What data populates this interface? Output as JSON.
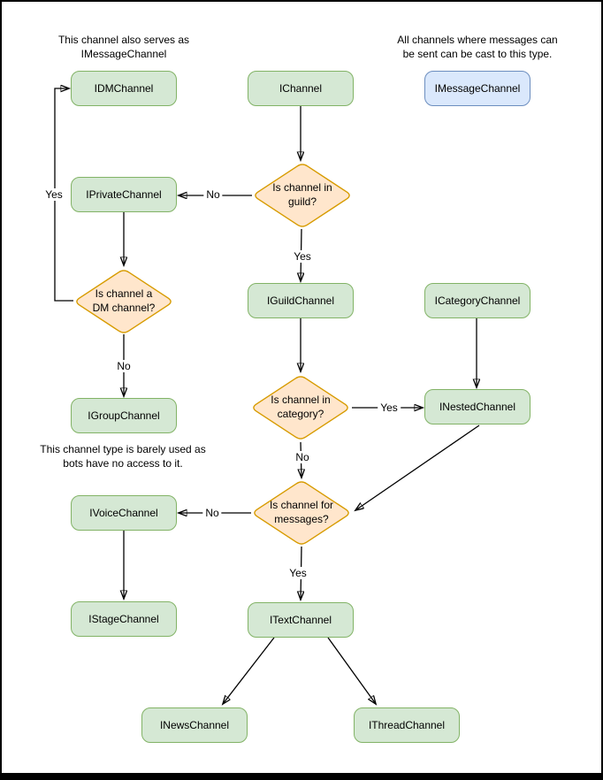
{
  "colors": {
    "green_fill": "#d5e8d4",
    "green_border": "#82b366",
    "blue_fill": "#dae8fc",
    "blue_border": "#6c8ebf",
    "orange_fill": "#ffe6cc",
    "orange_border": "#d79b00",
    "line_color": "#000000"
  },
  "annotations": {
    "dm_serves": "This channel also serves as\nIMessageChannel",
    "message_cast": "All channels where messages can\nbe sent can be cast to this type.",
    "group_barely_used": "This channel type is barely used as\nbots have no access to it."
  },
  "nodes": {
    "idm": "IDMChannel",
    "ichannel": "IChannel",
    "imessage": "IMessageChannel",
    "iprivate": "IPrivateChannel",
    "iguild": "IGuildChannel",
    "icategory": "ICategoryChannel",
    "igroup": "IGroupChannel",
    "inested": "INestedChannel",
    "ivoice": "IVoiceChannel",
    "istage": "IStageChannel",
    "itext": "ITextChannel",
    "inews": "INewsChannel",
    "ithread": "IThreadChannel"
  },
  "decisions": {
    "in_guild": "Is channel in\nguild?",
    "is_dm": "Is channel a\nDM channel?",
    "in_category": "Is channel in\ncategory?",
    "for_messages": "Is channel for\nmessages?"
  },
  "edge_labels": {
    "guild_no": "No",
    "guild_yes": "Yes",
    "dm_yes": "Yes",
    "dm_no": "No",
    "category_yes": "Yes",
    "category_no": "No",
    "messages_no": "No",
    "messages_yes": "Yes"
  }
}
